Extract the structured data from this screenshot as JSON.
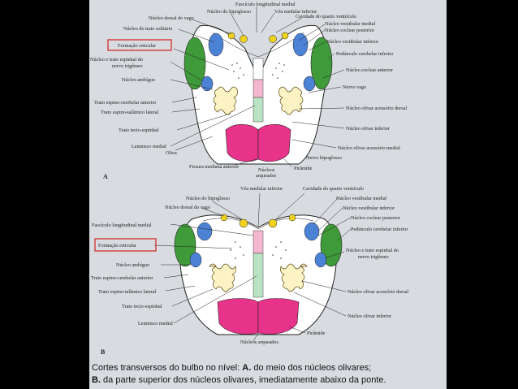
{
  "figure_a": {
    "letter": "A",
    "labels": {
      "fasciculo_longitudinal_medial": "Fascículo longitudinal medial",
      "nucleo_hipoglosso": "Núcleo do hipoglosso",
      "veu_medular_inferior": "Véu medular inferior",
      "nucleo_dorsal_vago": "Núcleo dorsal do vago",
      "cavidade_quarto_ventriculo": "Cavidade do quarto ventrículo",
      "nucleo_trato_solitario": "Núcleo do trato solitário",
      "nucleo_vestibular_medial": "Núcleo vestibular medial",
      "nucleo_coclear_posterior": "Núcleo coclear posterior",
      "formacao_reticular": "Formação reticular",
      "nucleo_vestibular_inferior": "Núcleo vestibular inferior",
      "nucleo_trato_espinhal_trigemeo_1": "Núcleo e trato espinhal do",
      "nucleo_trato_espinhal_trigemeo_2": "nervo trigêmeo",
      "pedunculo_cerebelar_inferior": "Pedúnculo cerebelar inferior",
      "nucleo_ambiguo": "Núcleo ambíguo",
      "nucleo_coclear_anterior": "Núcleo coclear anterior",
      "nervo_vago": "Nervo vago",
      "trato_espino_cerebelar_anterior": "Trato espino-cerebelar anterior",
      "trato_espino_talamico_lateral": "Trato espino-talâmico lateral",
      "nucleo_olivar_acessorio_dorsal": "Núcleo olivar acessório dorsal",
      "trato_tecto_espinhal": "Trato tecto-espinhal",
      "nucleo_olivar_inferior": "Núcleo olivar inferior",
      "lemnisco_medial": "Lemnisco medial",
      "nucleo_olivar_acessorio_medial": "Núcleo olivar acessório medial",
      "oliva": "Oliva",
      "nervo_hipoglosso": "Nervo hipoglosso",
      "fissura_mediana_anterior": "Fissura mediana anterior",
      "nucleos_arqueados_1": "Núcleos",
      "nucleos_arqueados_2": "arqueados",
      "piramide": "Pirâmide"
    }
  },
  "figure_b": {
    "letter": "B",
    "labels": {
      "veu_medular_inferior": "Véu medular inferior",
      "nucleo_hipoglosso": "Núcleo do hipoglosso",
      "cavidade_quarto_ventriculo": "Cavidade do quarto ventrículo",
      "nucleo_dorsal_vago": "Núcleo dorsal do vago",
      "nucleo_vestibular_medial": "Núcleo vestibular medial",
      "nucleo_vestibular_inferior": "Núcleo vestibular inferior",
      "fasciculo_longitudinal_medial": "Fascículo longitudinal medial",
      "nucleo_coclear_posterior": "Núcleo coclear posterior",
      "pedunculo_cerebelar_inferior": "Pedúnculo cerebelar inferior",
      "formacao_reticular": "Formação reticular",
      "nucleo_trato_espinhal_trigemeo_1": "Núcleo e trato espinhal do",
      "nucleo_trato_espinhal_trigemeo_2": "nervo trigêmeo",
      "nucleo_ambiguo": "Núcleo ambíguo",
      "trato_espino_cerebelar_anterior": "Trato espino-cerebelar anterior",
      "trato_espino_talamico_lateral": "Trato espino-talâmico lateral",
      "nucleo_olivar_acessorio_dorsal": "Núcleo olivar acessório dorsal",
      "trato_tecto_espinhal": "Trato tecto-espinhal",
      "nucleo_olivar_inferior": "Núcleo olivar inferior",
      "lemnisco_medial": "Lemnisco medial",
      "piramide": "Pirâmide",
      "nucleos_arqueados": "Núcleos arqueados"
    }
  },
  "caption": {
    "line1_prefix": "Cortes transversos do bulbo no nível: ",
    "line1_bold": "A.",
    "line1_rest": " do meio dos núcleos olivares;",
    "line2_bold": "B.",
    "line2_rest": " da parte superior dos núcleos olivares, imediatamente abaixo da ponte."
  },
  "colors": {
    "background": "#000000",
    "plate": "#d8dce0",
    "green": "#3f9a3a",
    "blue": "#4c82d6",
    "pink": "#e8338a",
    "light_pink": "#f4b6cf",
    "mint": "#b9e3c2",
    "yellow": "#f0d21e",
    "highlight_box": "#d02020"
  }
}
